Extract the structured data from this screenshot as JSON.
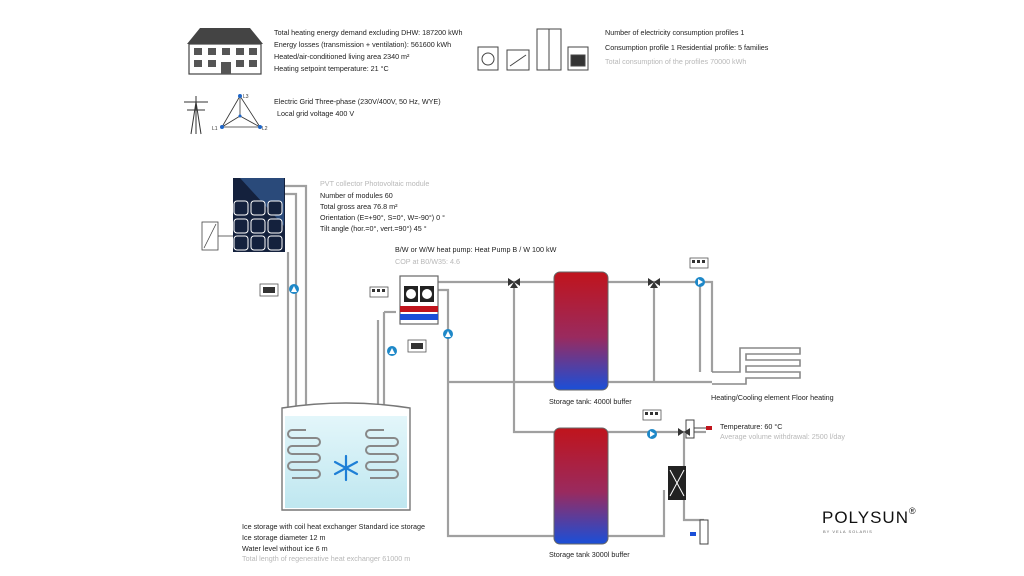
{
  "building": {
    "line1": "Total heating energy demand excluding DHW: 187200 kWh",
    "line2": "Energy losses (transmission + ventilation): 561600 kWh",
    "line3": "Heated/air-conditioned living area 2340 m²",
    "line4": "Heating setpoint temperature: 21 °C"
  },
  "consumption": {
    "line1": "Number of electricity consumption profiles 1",
    "line2": "Consumption profile 1 Residential profile: 5 families",
    "line3": "Total consumption of the profiles 70000 kWh"
  },
  "grid": {
    "line1": "Electric Grid Three-phase (230V/400V, 50 Hz, WYE)",
    "line2": "Local grid voltage 400 V",
    "phase_l1": "L1",
    "phase_l2": "L2",
    "phase_l3": "L3"
  },
  "pvt": {
    "line1": "PVT collector Photovoltaic module",
    "line2": "Number of modules 60",
    "line3": "Total gross area 76.8 m²",
    "line4": "Orientation (E=+90°, S=0°, W=-90°) 0 °",
    "line5": "Tilt angle (hor.=0°, vert.=90°) 45 °"
  },
  "heat_pump": {
    "line1": "B/W or W/W heat pump: Heat Pump B / W 100 kW",
    "line2": "COP at B0/W35: 4.6"
  },
  "tank_4000": {
    "label": "Storage tank: 4000l buffer"
  },
  "tank_3000": {
    "label": "Storage tank 3000l buffer"
  },
  "floor_heating": {
    "label": "Heating/Cooling element Floor heating"
  },
  "dhw": {
    "line1": "Temperature: 60 °C",
    "line2": "Average volume withdrawal: 2500 l/day"
  },
  "ice_storage": {
    "line1": "Ice storage with coil heat exchanger Standard ice storage",
    "line2": "Ice storage diameter 12 m",
    "line3": "Water level without ice 6 m",
    "line4": "Total length of regenerative heat exchanger 61000 m"
  },
  "brand": {
    "name": "POLYSUN",
    "mark": "®",
    "tagline": "BY VELA SOLARIS"
  },
  "colors": {
    "pipe": "#9a9a9a",
    "pump": "#1e88c8",
    "tank_hot": "#c0141c",
    "tank_cold": "#1a4fd8",
    "ice": "#cdeef5",
    "pv": "#14213d"
  }
}
